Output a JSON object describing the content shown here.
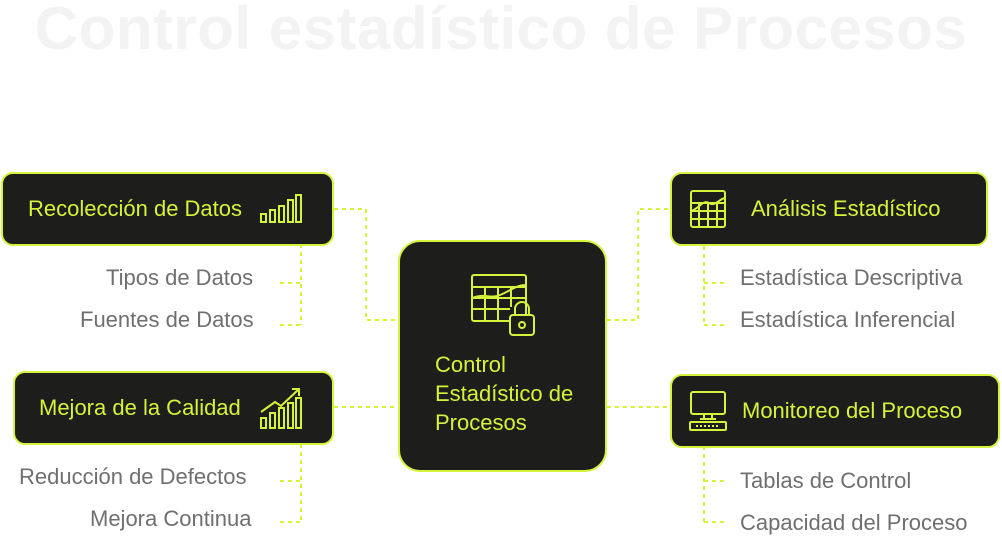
{
  "background_title": "Control estadístico de Procesos",
  "center": {
    "label": "Control Estadístico de Procesos",
    "icon": "spreadsheet-lock-icon"
  },
  "branches": {
    "data_collection": {
      "label": "Recolección de Datos",
      "icon": "bar-chart-icon",
      "items": [
        "Tipos de Datos",
        "Fuentes de Datos"
      ]
    },
    "quality_improvement": {
      "label": "Mejora de la Calidad",
      "icon": "growth-chart-icon",
      "items": [
        "Reducción de Defectos",
        "Mejora Continua"
      ]
    },
    "statistical_analysis": {
      "label": "Análisis Estadístico",
      "icon": "spreadsheet-icon",
      "items": [
        "Estadística Descriptiva",
        "Estadística Inferencial"
      ]
    },
    "process_monitoring": {
      "label": "Monitoreo del Proceso",
      "icon": "computer-icon",
      "items": [
        "Tablas de Control",
        "Capacidad del Proceso"
      ]
    }
  },
  "colors": {
    "accent": "#d7f23a",
    "node_bg": "#1d1d1b",
    "leaf_text": "#6f6f6f",
    "watermark": "#f3f3f3"
  }
}
